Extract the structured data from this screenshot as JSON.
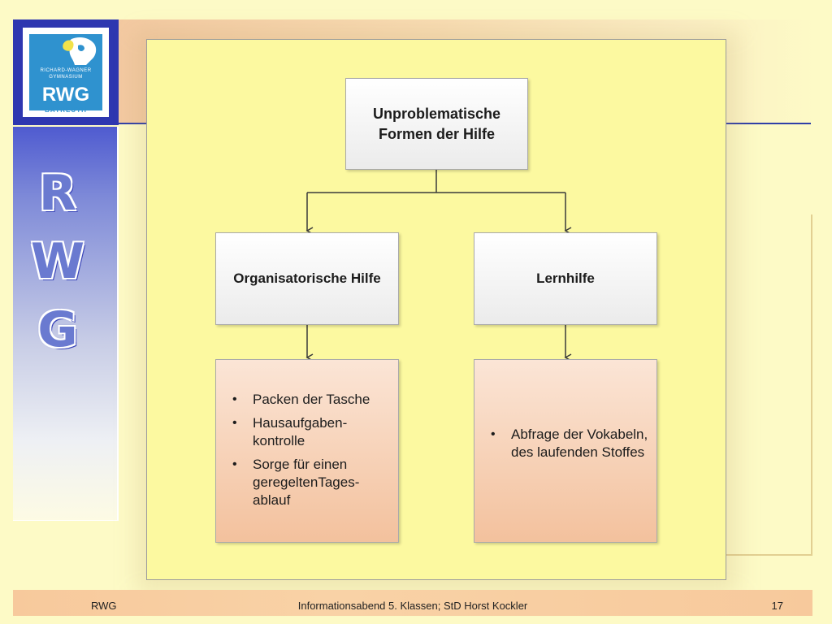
{
  "logo": {
    "line1": "RICHARD-WAGNER",
    "line2": "GYMNASIUM",
    "acronym": "RWG",
    "city": "BAYREUTH"
  },
  "sidebar": {
    "letters": [
      "R",
      "W",
      "G"
    ]
  },
  "diagram": {
    "top": {
      "label": "Unproblematische Formen der Hilfe"
    },
    "left": {
      "label": "Organisatorische Hilfe",
      "bullets": [
        "Packen der Tasche",
        "Hausaufgaben-kontrolle",
        "Sorge für einen geregeltenTages-ablauf"
      ]
    },
    "right": {
      "label": "Lernhilfe",
      "bullets": [
        "Abfrage der Vokabeln, des laufenden Stoffes"
      ]
    }
  },
  "footer": {
    "left": "RWG",
    "center": "Informationsabend 5. Klassen; StD Horst Kockler",
    "page": "17"
  },
  "colors": {
    "background": "#fdfac6",
    "content": "#fcf9a0",
    "accent_blue": "#2e37b0",
    "detail_fill": "#f3c19d",
    "footer": "#f7c99c"
  }
}
